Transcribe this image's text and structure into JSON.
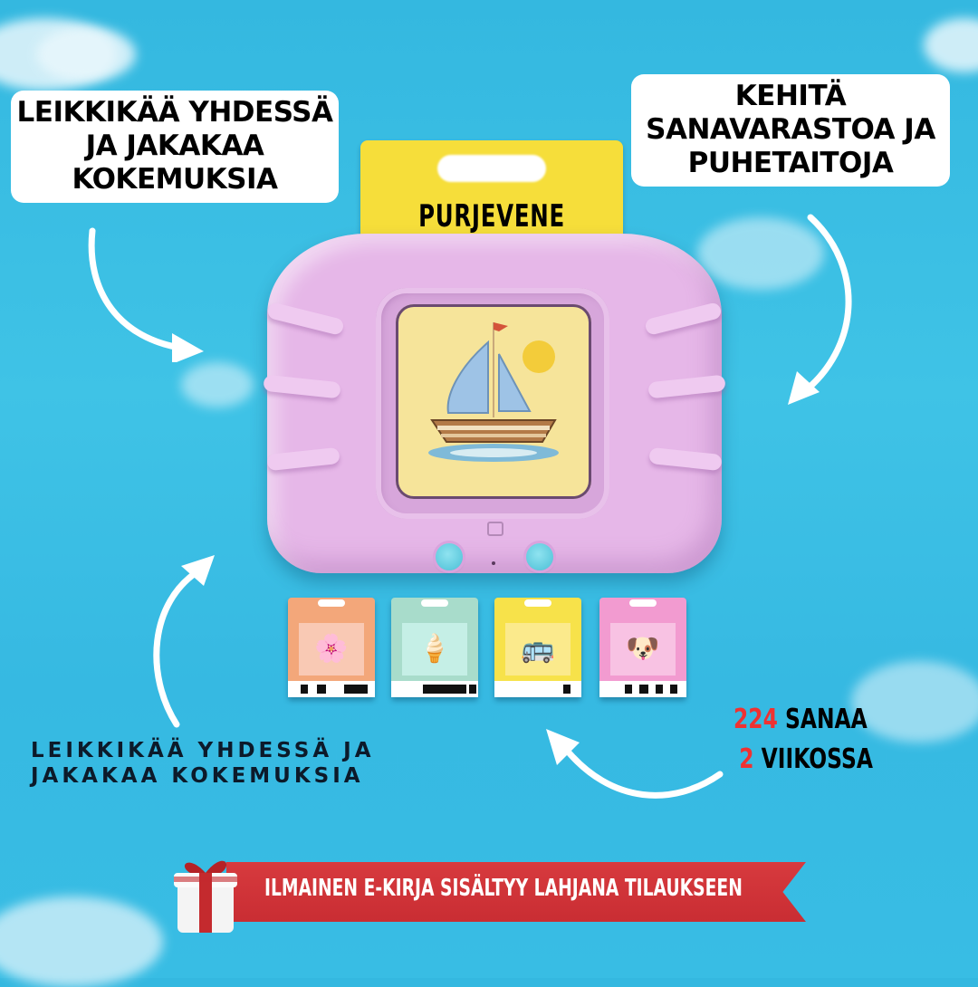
{
  "callouts": {
    "top_left": {
      "lines": [
        "LEIKKIKÄÄ YHDESSÄ",
        "JA JAKAKAA",
        "KOKEMUKSIA"
      ]
    },
    "top_right": {
      "lines": [
        "KEHITÄ",
        "SANAVARASTOA JA",
        "PUHETAITOJA"
      ]
    }
  },
  "device": {
    "card_word": "PURJEVENE",
    "screen_image": "sailboat-illustration",
    "body_color": "#e6b7e8",
    "card_color": "#f6de3a",
    "buttons": [
      "left-button",
      "right-button"
    ]
  },
  "flashcards": [
    {
      "color": "#f3a77a",
      "inner": "#f9c9b4",
      "icon": "flower-icon",
      "glyph": "🌸"
    },
    {
      "color": "#a8dccb",
      "inner": "#c5efe6",
      "icon": "ice-cream-icon",
      "glyph": "🍦"
    },
    {
      "color": "#f7e24a",
      "inner": "#fbea8c",
      "icon": "bus-icon",
      "glyph": "🚌"
    },
    {
      "color": "#f29bd0",
      "inner": "#f8c2e3",
      "icon": "puppy-icon",
      "glyph": "🐶"
    }
  ],
  "caption_left": {
    "lines": [
      "LEIKKIKÄÄ YHDESSÄ JA",
      "JAKAKAA KOKEMUKSIA"
    ]
  },
  "stats": {
    "words_count": "224",
    "words_label": "SANAA",
    "weeks_count": "2",
    "weeks_label": "VIIKOSSA"
  },
  "banner": {
    "text": "ILMAINEN E-KIRJA SISÄLTYY LAHJANA TILAUKSEEN",
    "icon": "gift-icon",
    "color": "#d2343a"
  },
  "colors": {
    "sky": "#3bbfe5",
    "accent_red": "#ef3232"
  }
}
